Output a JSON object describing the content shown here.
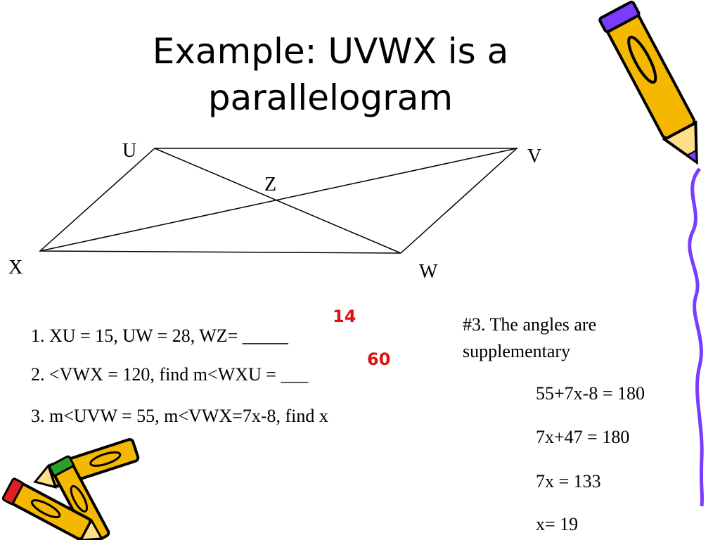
{
  "title": {
    "line1": "Example:  UVWX is a",
    "line2": "parallelogram"
  },
  "diagram": {
    "vertices": {
      "U": "U",
      "V": "V",
      "W": "W",
      "X": "X",
      "Z": "Z"
    }
  },
  "questions": [
    {
      "text": "1.  XU = 15, UW = 28, WZ= _____",
      "answer": "14"
    },
    {
      "text": "2.  <VWX = 120, find m<WXU = ___",
      "answer": "60"
    },
    {
      "text": "3.  m<UVW = 55, m<VWX=7x-8, find x",
      "answer": ""
    }
  ],
  "solution": {
    "heading_line1": "#3.  The angles are",
    "heading_line2": "supplementary",
    "steps": [
      "55+7x-8 = 180",
      "7x+47 = 180",
      "7x = 133",
      "x= 19"
    ]
  },
  "colors": {
    "answer": "#e01010",
    "pencil_body": "#f5b800",
    "pencil_tip_purple": "#7a3cff",
    "pencil_tip_red": "#e02020",
    "pencil_tip_green": "#2aa02a"
  },
  "icons": [
    "pencil-clipart-icon",
    "crossed-pencils-clipart-icon"
  ]
}
